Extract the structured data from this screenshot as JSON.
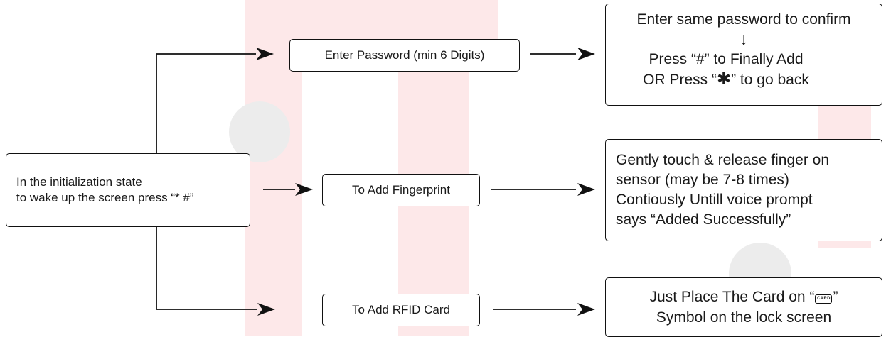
{
  "start_box": {
    "line1": "In the initialization state",
    "line2": "to wake up the screen press “* #”"
  },
  "password_step": {
    "label": "Enter Password (min 6 Digits)"
  },
  "password_result": {
    "line1": "Enter same password to confirm",
    "arrow": "↓",
    "line2": "Press “#” to Finally Add",
    "line3_prefix": "OR Press “",
    "line3_symbol": "✱",
    "line3_suffix": "” to go back"
  },
  "fingerprint_step": {
    "label": "To Add Fingerprint"
  },
  "fingerprint_result": {
    "line1": "Gently touch & release finger on",
    "line2": "sensor (may be 7-8 times)",
    "line3": "Contiously Untill voice prompt",
    "line4": "says “Added Successfully”"
  },
  "rfid_step": {
    "label": "To Add RFID Card"
  },
  "rfid_result": {
    "line1_prefix": "Just Place The Card on “",
    "card_icon_text": "CARD",
    "line1_suffix": "”",
    "line2": "Symbol on the lock screen"
  },
  "colors": {
    "watermark_red": "#fde8e9",
    "watermark_gray": "#ececec",
    "line": "#111111"
  }
}
